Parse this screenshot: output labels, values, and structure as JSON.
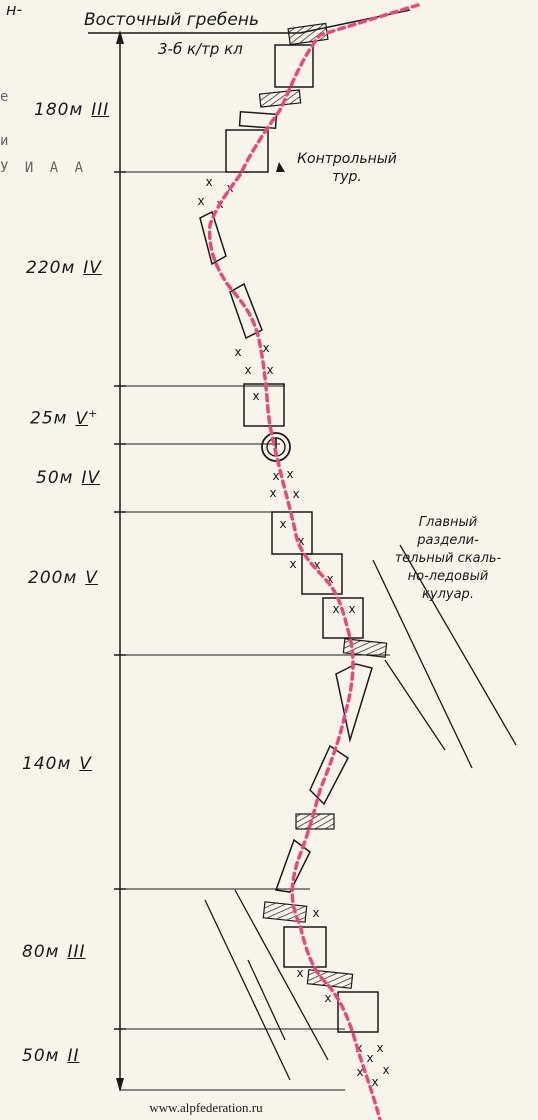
{
  "header": {
    "cut_text": "н-",
    "ridge": "Восточный гребень",
    "top_category": "3-б к/тр кл"
  },
  "margin_fragments": [
    "е",
    "и",
    "У И А А"
  ],
  "segments": [
    {
      "length": "180м",
      "category": "III"
    },
    {
      "length": "220м",
      "category": "IV"
    },
    {
      "length": "25м",
      "category": "V",
      "sup": "+"
    },
    {
      "length": "50м",
      "category": "IV"
    },
    {
      "length": "200м",
      "category": "V"
    },
    {
      "length": "140м",
      "category": "V"
    },
    {
      "length": "80м",
      "category": "III"
    },
    {
      "length": "50м",
      "category": "II"
    }
  ],
  "notes": {
    "cairn": "Контрольный тур.",
    "couloir": "Главный раздели-тельный скаль-но-ледовый кулуар."
  },
  "footer": "www.alpfederation.ru",
  "colors": {
    "route": "#e8487a",
    "ink": "#1a1a1a",
    "paper": "#f7f4ea"
  }
}
